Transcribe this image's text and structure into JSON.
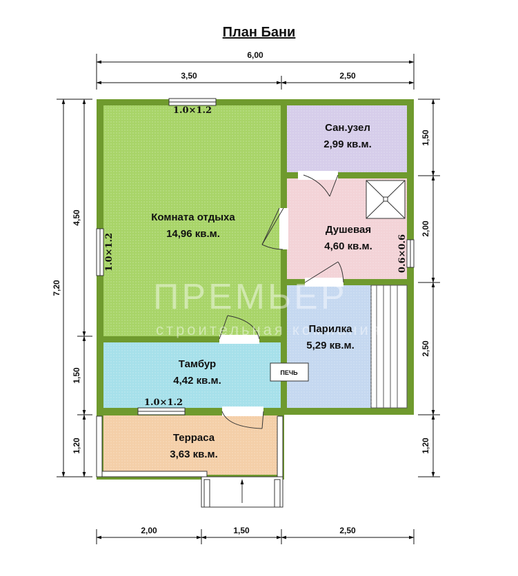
{
  "title": "План Бани",
  "watermark": {
    "line1": "ПРЕМЬЕР",
    "line2": "строительная компания"
  },
  "rooms": {
    "rest": {
      "name": "Комната отдыха",
      "area": "14,96 кв.м."
    },
    "wc": {
      "name": "Сан.узел",
      "area": "2,99 кв.м."
    },
    "shower": {
      "name": "Душевая",
      "area": "4,60 кв.м."
    },
    "steam": {
      "name": "Парилка",
      "area": "5,29 кв.м."
    },
    "vest": {
      "name": "Тамбур",
      "area": "4,42 кв.м."
    },
    "terrace": {
      "name": "Терраса",
      "area": "3,63 кв.м."
    }
  },
  "stove_label": "ПЕЧЬ",
  "windows": {
    "top": "1.0×1.2",
    "left": "1.0×1.2",
    "vest": "1.0×1.2",
    "right": "0.6×0.6"
  },
  "dimensions": {
    "top_total": "6,00",
    "top_left": "3,50",
    "top_right": "2,50",
    "left_total": "7,20",
    "left_upper": "4,50",
    "left_mid": "1,50",
    "left_low": "1,20",
    "right_a": "1,50",
    "right_b": "2,00",
    "right_c": "2,50",
    "right_d": "1,20",
    "bottom_a": "2,00",
    "bottom_b": "1,50",
    "bottom_c": "2,50"
  },
  "colors": {
    "wall": "#6f9a2e",
    "rest": "#a8d468",
    "wc": "#d6cdea",
    "shower": "#f3d3d7",
    "steam": "#c5d8f0",
    "vest": "#a6e0ea",
    "terrace": "#f4cfa8"
  }
}
